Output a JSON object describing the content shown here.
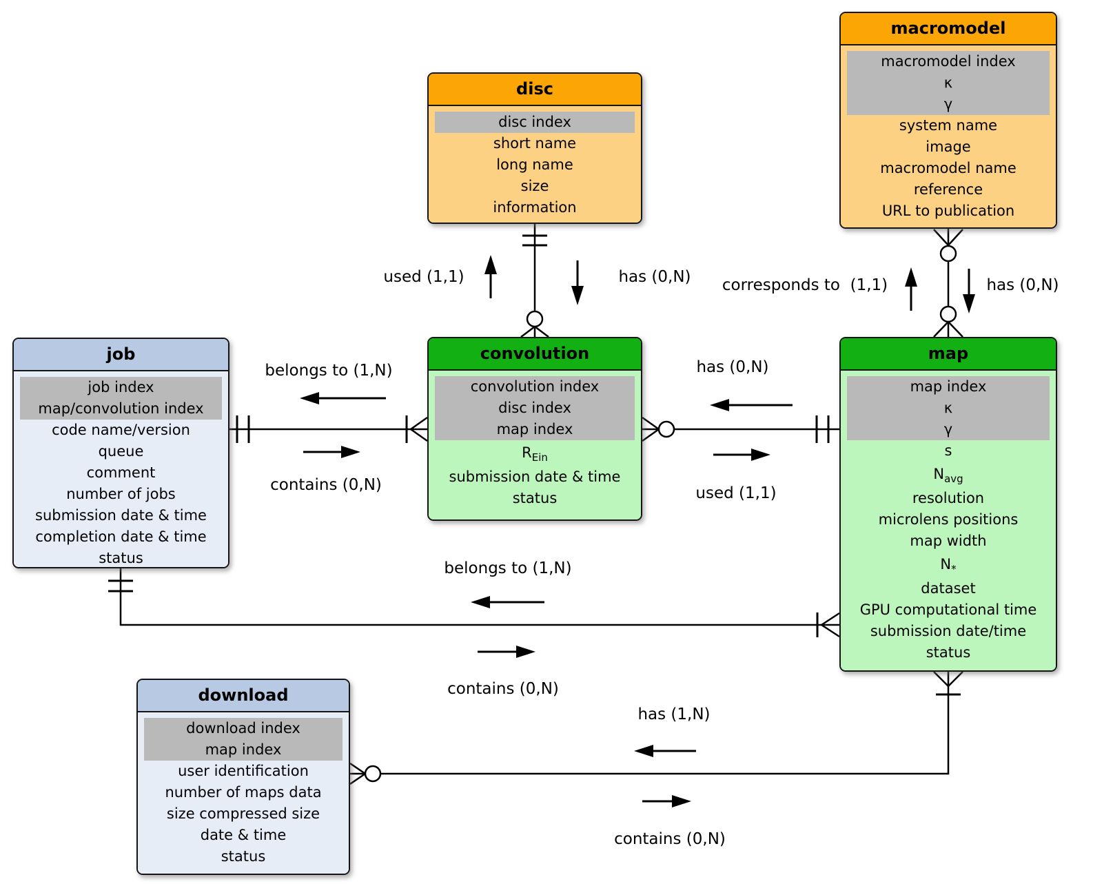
{
  "entities": {
    "disc": {
      "title": "disc",
      "key_rows": [
        "disc index"
      ],
      "rows": [
        "short name",
        "long name",
        "size",
        "information"
      ]
    },
    "macromodel": {
      "title": "macromodel",
      "key_rows": [
        "macromodel index",
        "κ",
        "γ"
      ],
      "rows": [
        "system name",
        "image",
        "macromodel name",
        "reference",
        "URL to publication"
      ]
    },
    "job": {
      "title": "job",
      "key_rows": [
        "job index",
        "map/convolution index"
      ],
      "rows": [
        "code name/version",
        "queue",
        "comment",
        "number of jobs",
        "submission date & time",
        "completion date & time",
        "status"
      ]
    },
    "convolution": {
      "title": "convolution",
      "key_rows": [
        "convolution index",
        "disc index",
        "map index"
      ],
      "rows": [
        {
          "base": "R",
          "sub": "Ein"
        },
        "submission date & time",
        "status"
      ]
    },
    "map": {
      "title": "map",
      "key_rows": [
        "map index",
        "κ",
        "γ"
      ],
      "rows": [
        "s",
        {
          "base": "N",
          "sub": "avg"
        },
        "resolution",
        "microlens positions",
        "map width",
        {
          "base": "N",
          "sub": "*"
        },
        "dataset",
        "GPU computational time",
        "submission date/time",
        "status"
      ]
    },
    "download": {
      "title": "download",
      "key_rows": [
        "download index",
        "map index"
      ],
      "rows": [
        "user identification",
        "number of maps data",
        "size compressed size",
        "date & time",
        "status"
      ]
    }
  },
  "relationships": {
    "disc_convolution": {
      "up_label": "used (1,1)",
      "down_label": "has (0,N)"
    },
    "macromodel_map": {
      "up_label": "corresponds to  (1,1)",
      "down_label": "has (0,N)"
    },
    "job_convolution": {
      "back_label": "belongs to (1,N)",
      "forward_label": "contains (0,N)"
    },
    "convolution_map": {
      "back_label": "has (0,N)",
      "forward_label": "used (1,1)"
    },
    "job_map": {
      "back_label": "belongs to (1,N)",
      "forward_label": "contains (0,N)"
    },
    "map_download": {
      "back_label": "has (1,N)",
      "forward_label": "contains (0,N)"
    }
  },
  "colors": {
    "orange_header": "#FBA604",
    "orange_body": "#FCD183",
    "green_header": "#12B012",
    "green_body": "#BDF6BD",
    "blue_header": "#B7C9E3",
    "blue_body": "#E7EDF7",
    "key_bg": "#B9B9B9",
    "line": "#000000"
  }
}
